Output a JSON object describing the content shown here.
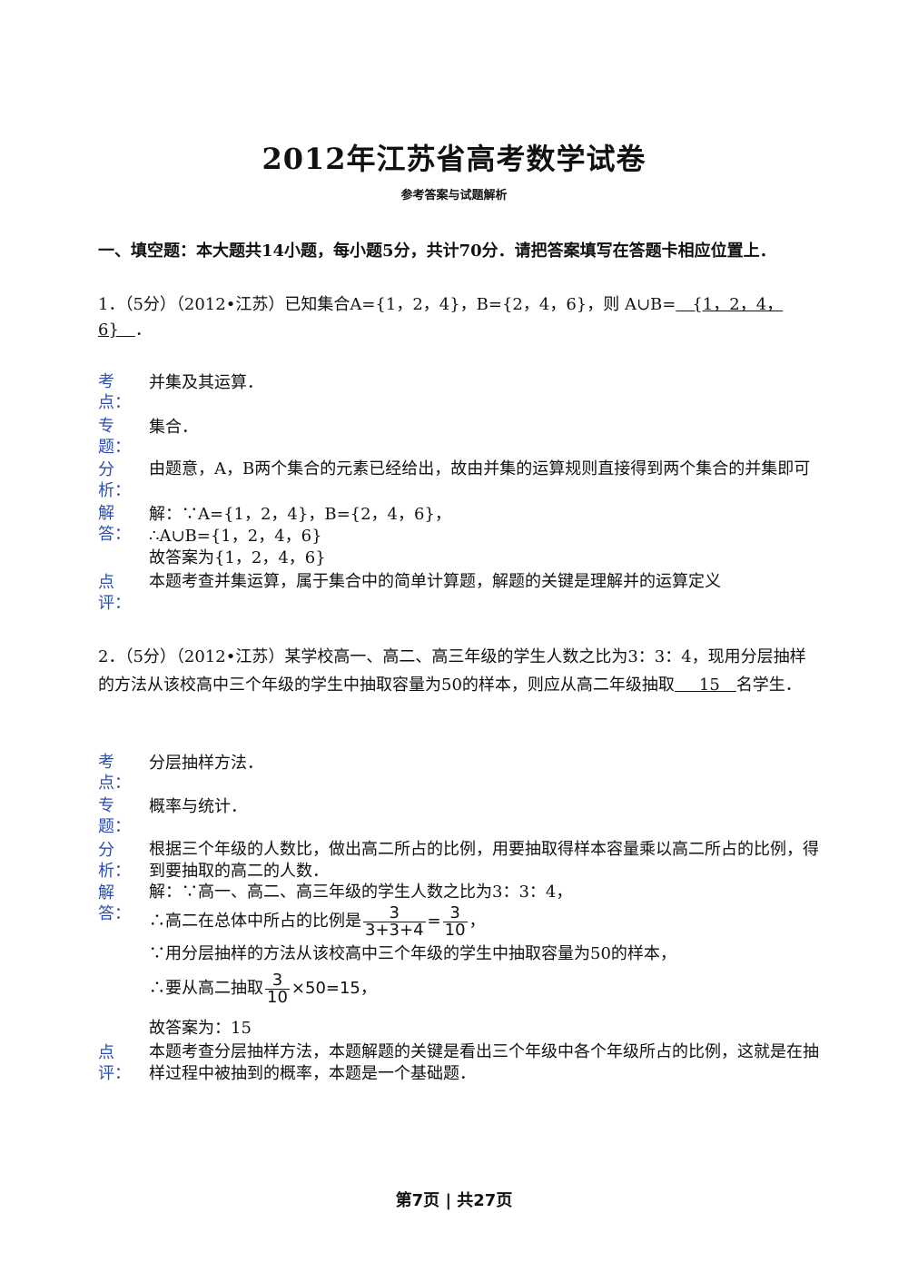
{
  "doc": {
    "title": "2012年江苏省高考数学试卷",
    "subtitle": "参考答案与试题解析",
    "section": "一、填空题：本大题共14小题，每小题5分，共计70分．请把答案填写在答题卡相应位置上．"
  },
  "q1": {
    "stem": "1．（5分）（2012•江苏）已知集合A={1，2，4}，B={2，4，6}，则 A∪B=",
    "answer": "{1，2，4，6}",
    "end": "．",
    "kaodian": [
      "考",
      "点："
    ],
    "kaodian_text": "并集及其运算．",
    "zhuanti": [
      "专",
      "题："
    ],
    "zhuanti_text": "集合．",
    "fenxi": [
      "分",
      "析："
    ],
    "fenxi_text": "由题意，A，B两个集合的元素已经给出，故由并集的运算规则直接得到两个集合的并集即可",
    "jieda": [
      "解",
      "答："
    ],
    "jieda_lines": [
      "解：∵A={1，2，4}，B={2，4，6}，",
      "∴A∪B={1，2，4，6}",
      "故答案为{1，2，4，6}"
    ],
    "dianping": [
      "点",
      "评："
    ],
    "dianping_text": "本题考查并集运算，属于集合中的简单计算题，解题的关键是理解并的运算定义"
  },
  "q2": {
    "stem": "2．（5分）（2012•江苏）某学校高一、高二、高三年级的学生人数之比为3：3：4，现用分层抽样的方法从该校高中三个年级的学生中抽取容量为50的样本，则应从高二年级抽取",
    "answer": "15",
    "end": "名学生．",
    "kaodian": [
      "考",
      "点："
    ],
    "kaodian_text": "分层抽样方法．",
    "zhuanti": [
      "专",
      "题："
    ],
    "zhuanti_text": "概率与统计．",
    "fenxi": [
      "分",
      "析："
    ],
    "fenxi_text": "根据三个年级的人数比，做出高二所占的比例，用要抽取得样本容量乘以高二所占的比例，得到要抽取的高二的人数．",
    "jieda": [
      "解",
      "答："
    ],
    "jieda_line1": "解：∵高一、高二、高三年级的学生人数之比为3：3：4，",
    "line2_prefix": "∴高二在总体中所占的比例是",
    "frac1_num": "3",
    "frac1_den": "3+3+4",
    "eq": "=",
    "frac2_num": "3",
    "frac2_den": "10",
    "line2_end": "，",
    "jieda_line3": "∵用分层抽样的方法从该校高中三个年级的学生中抽取容量为50的样本，",
    "line4_prefix": "∴要从高二抽取",
    "frac3_num": "3",
    "frac3_den": "10",
    "line4_expr": "×50=15，",
    "jieda_line5": "故答案为：15",
    "dianping": [
      "点",
      "评："
    ],
    "dianping_text": "本题考查分层抽样方法，本题解题的关键是看出三个年级中各个年级所占的比例，这就是在抽样过程中被抽到的概率，本题是一个基础题．"
  },
  "footer": {
    "text": "第7页 | 共27页"
  }
}
